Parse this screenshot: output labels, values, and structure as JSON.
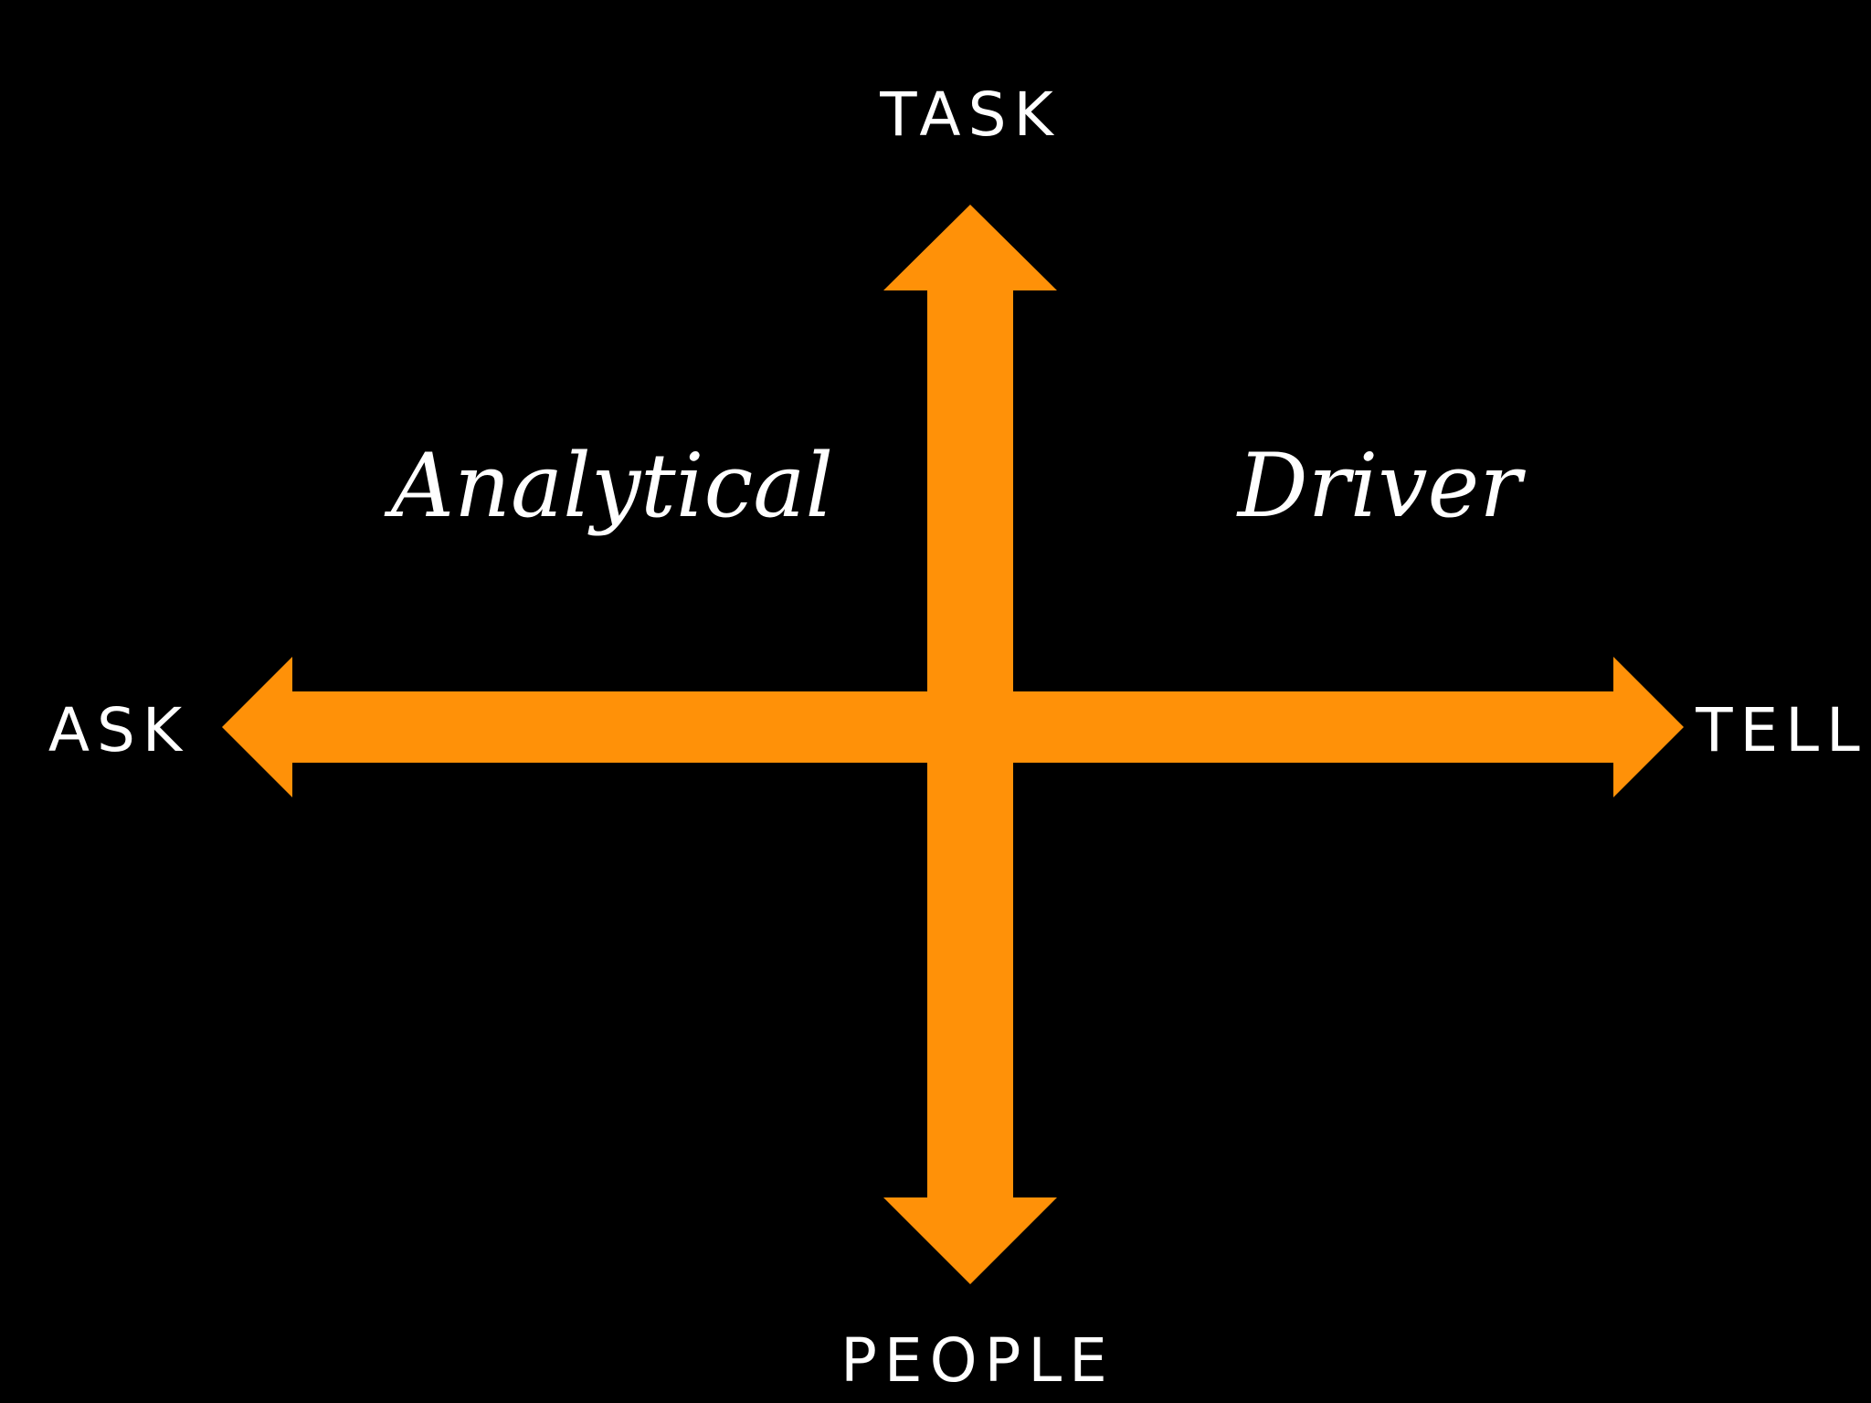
{
  "axes": {
    "top": "TASK",
    "bottom": "PEOPLE",
    "left": "ASK",
    "right": "TELL"
  },
  "quadrants": {
    "top_left": "Analytical",
    "top_right": "Driver"
  },
  "colors": {
    "background": "#000000",
    "arrow": "#FF9108",
    "text": "#FFFFFF"
  }
}
